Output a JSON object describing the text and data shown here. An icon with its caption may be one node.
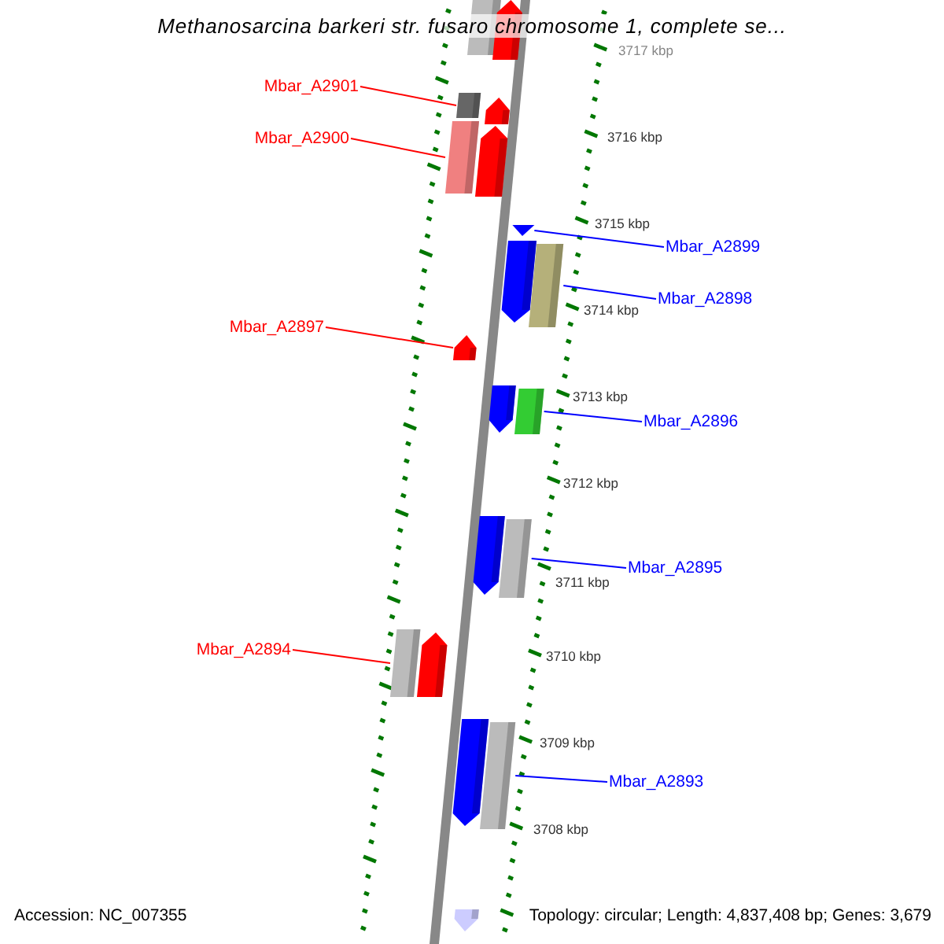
{
  "diagram": {
    "title": "Methanosarcina barkeri str. fusaro chromosome 1, complete se...",
    "nodes": [
      {
        "text": [],
        "shape": "bar"
      },
      {
        "text": [],
        "shape": "pentagon"
      },
      {
        "text": [
          "Mbar_A2901"
        ]
      },
      {
        "text": [],
        "shape": "bar"
      },
      {
        "text": [],
        "shape": "pentagon"
      },
      {
        "text": [
          "Mbar_A2900"
        ]
      },
      {
        "text": [],
        "shape": "bar"
      },
      {
        "text": [],
        "shape": "pentagon"
      },
      {
        "text": [
          "Mbar_A2899"
        ]
      },
      {
        "text": [],
        "shape": "pentagon"
      },
      {
        "text": [],
        "shape": "pentagon"
      },
      {
        "text": [
          "Mbar_A2898"
        ]
      },
      {
        "text": [],
        "shape": "bar"
      },
      {
        "text": [
          "Mbar_A2897"
        ]
      },
      {
        "text": [],
        "shape": "pentagon"
      },
      {
        "text": [],
        "shape": "pentagon"
      },
      {
        "text": [
          "Mbar_A2896"
        ]
      },
      {
        "text": [],
        "shape": "bar"
      },
      {
        "text": [],
        "shape": "pentagon"
      },
      {
        "text": [
          "Mbar_A2895"
        ]
      },
      {
        "text": [],
        "shape": "bar"
      },
      {
        "text": [
          "Mbar_A2894"
        ]
      },
      {
        "text": [],
        "shape": "bar"
      },
      {
        "text": [],
        "shape": "pentagon"
      },
      {
        "text": [],
        "shape": "pentagon"
      },
      {
        "text": [
          "Mbar_A2893"
        ]
      },
      {
        "text": [],
        "shape": "bar"
      },
      {
        "text": [],
        "shape": "pentagon"
      }
    ],
    "edges": [
      {
        "from": 2,
        "to": 3,
        "arrow": "none",
        "color": "#ff0000"
      },
      {
        "from": 5,
        "to": 6,
        "arrow": "none",
        "color": "#ff0000"
      },
      {
        "from": 8,
        "to": 9,
        "arrow": "none",
        "color": "#0000ff"
      },
      {
        "from": 11,
        "to": 12,
        "arrow": "none",
        "color": "#0000ff"
      },
      {
        "from": 13,
        "to": 14,
        "arrow": "none",
        "color": "#ff0000"
      },
      {
        "from": 16,
        "to": 17,
        "arrow": "none",
        "color": "#0000ff"
      },
      {
        "from": 19,
        "to": 20,
        "arrow": "none",
        "color": "#0000ff"
      },
      {
        "from": 21,
        "to": 22,
        "arrow": "none",
        "color": "#ff0000"
      },
      {
        "from": 25,
        "to": 26,
        "arrow": "none",
        "color": "#0000ff"
      }
    ],
    "labels": [
      "3717 kbp",
      "3716 kbp",
      "3715 kbp",
      "3714 kbp",
      "3713 kbp",
      "3712 kbp",
      "3711 kbp",
      "3710 kbp",
      "3709 kbp",
      "3708 kbp",
      "Accession: NC_007355",
      "Topology: circular; Length: 4,837,408 bp; Genes: 3,679"
    ]
  }
}
